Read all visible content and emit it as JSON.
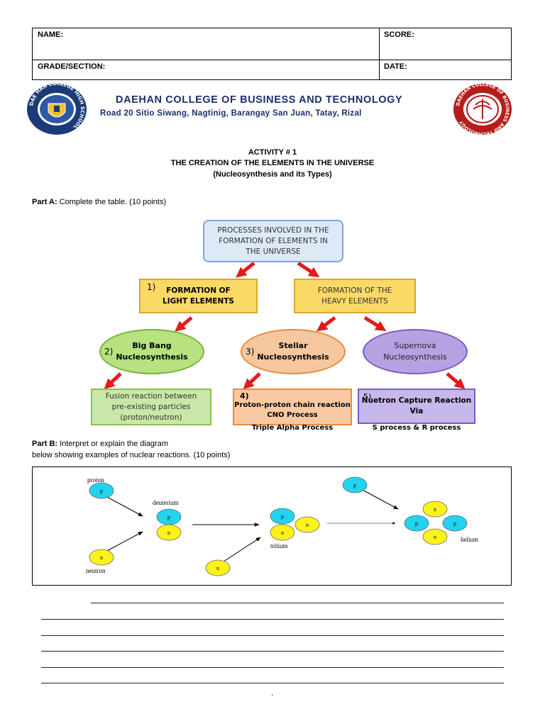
{
  "header_table": {
    "name_label": "NAME:",
    "score_label": "SCORE:",
    "grade_label": "GRADE/SECTION:",
    "date_label": "DATE:"
  },
  "school": {
    "name": "DAEHAN COLLEGE OF BUSINESS AND TECHNOLOGY",
    "address": "Road 20 Sitio Siwang, Nagtinig, Barangay San Juan, Tatay, Rizal",
    "left_seal_text": "DAE HAN COLLEGE HIGH SCHOOL",
    "right_seal_text": "DAEHAN COLLEGE OF BUSINESS AND TECHNOLOGY"
  },
  "activity": {
    "number": "ACTIVITY # 1",
    "title": "THE CREATION OF THE ELEMENTS IN THE UNIVERSE",
    "subtitle": "(Nucleosynthesis and its Types)"
  },
  "part_a": {
    "label": "Part A:",
    "instruction": " Complete the table. (10 points)"
  },
  "concept_map": {
    "root": [
      "PROCESSES INVOLVED IN THE",
      "FORMATION OF ELEMENTS IN",
      "THE UNIVERSE"
    ],
    "light": {
      "num": "1)",
      "text": [
        "FORMATION OF",
        "LIGHT ELEMENTS"
      ]
    },
    "heavy": {
      "text": [
        "FORMATION OF THE",
        "HEAVY ELEMENTS"
      ]
    },
    "big_bang": {
      "num": "2)",
      "text": [
        "Big Bang",
        "Nucleosynthesis"
      ]
    },
    "stellar": {
      "num": "3)",
      "text": [
        "Stellar",
        "Nucleosynthesis"
      ]
    },
    "supernova": {
      "text": [
        "Supernova",
        "Nucleosynthesis"
      ]
    },
    "fusion": {
      "text": [
        "Fusion reaction between",
        "pre-existing particles",
        "(proton/neutron)"
      ]
    },
    "pp_chain": {
      "num": "4)",
      "text": [
        "Proton-proton chain reaction",
        "CNO Process"
      ],
      "below": "Triple Alpha Process"
    },
    "neutron_capture": {
      "num": "5)",
      "text": [
        "Nuetron Capture Reaction",
        "Via"
      ],
      "below": "S process & R process"
    }
  },
  "part_b": {
    "label": "Part B:",
    "line1": " Interpret or explain the diagram",
    "line2": "below showing examples of nuclear reactions. (10 points)"
  },
  "reaction_diagram": {
    "proton_label": "proton",
    "neutron_label": "neutron",
    "deuterium_label": "deuterium",
    "tritium_label": "tritium",
    "helium_label": "helium",
    "p": "p",
    "n": "n"
  },
  "footer_dot": "."
}
